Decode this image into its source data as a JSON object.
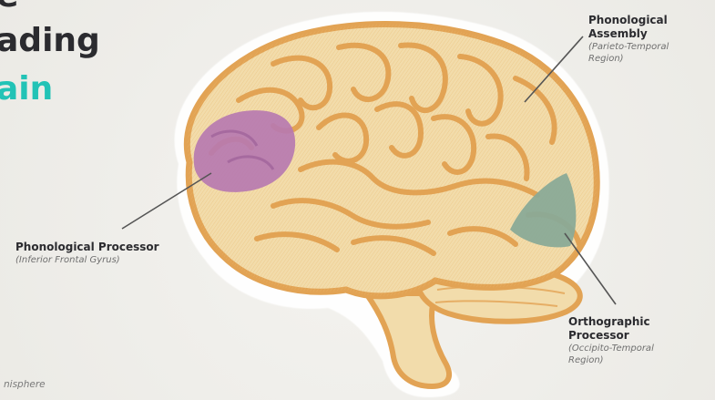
{
  "title": {
    "line1": "e",
    "line2": "ading",
    "line3": "ain"
  },
  "caption": "nisphere",
  "regions": {
    "phonological_assembly": {
      "name_line1": "Phonological",
      "name_line2": "Assembly",
      "location_line1": "(Parieto-Temporal",
      "location_line2": "Region)"
    },
    "phonological_processor": {
      "name": "Phonological Processor",
      "location": "(Inferior Frontal Gyrus)",
      "color": "#b77ab0"
    },
    "orthographic_processor": {
      "name_line1": "Orthographic",
      "name_line2": "Processor",
      "location_line1": "(Occipito-Temporal",
      "location_line2": "Region)",
      "color": "#8aaa97"
    }
  },
  "colors": {
    "background": "#efeeea",
    "brain_fill": "#f2dcab",
    "brain_outline": "#e2a354",
    "title_dark": "#2b2b2f",
    "title_accent": "#22c3b6",
    "leader_line": "#555555"
  }
}
